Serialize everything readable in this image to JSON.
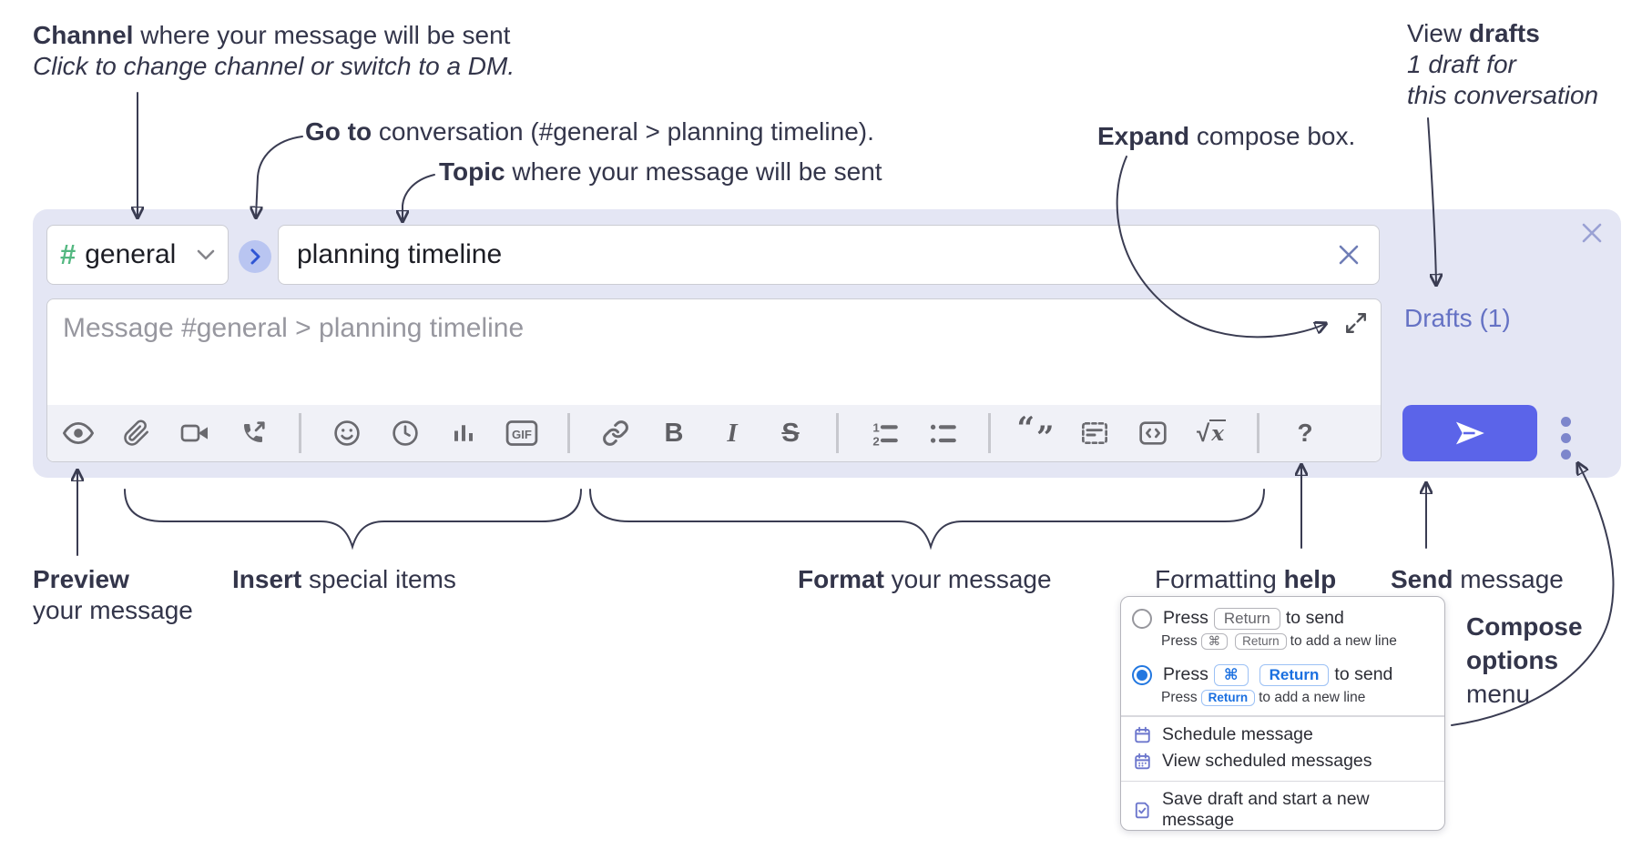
{
  "annotations": {
    "channel": {
      "bold": "Channel",
      "rest": " where your message will be sent",
      "line2": "Click to change channel or switch to a DM."
    },
    "goto": {
      "bold": "Go to",
      "rest": " conversation (#general > planning timeline)."
    },
    "topic": {
      "bold": "Topic",
      "rest": " where your message will be sent"
    },
    "expand": {
      "bold": "Expand",
      "rest": " compose box."
    },
    "drafts": {
      "pre": "View ",
      "bold": "drafts",
      "line2": "1 draft for",
      "line3": "this conversation"
    },
    "preview": {
      "bold": "Preview",
      "line2": "your message"
    },
    "insert": {
      "bold": "Insert",
      "rest": " special items"
    },
    "format": {
      "bold": "Format",
      "rest": " your message"
    },
    "help": {
      "pre": "Formatting ",
      "bold": "help"
    },
    "send": {
      "bold": "Send",
      "rest": " message"
    },
    "compose_options": {
      "line1": "Compose",
      "line2": "options",
      "line3": "menu"
    }
  },
  "compose": {
    "channel": {
      "hash": "#",
      "name": "general"
    },
    "topic": {
      "value": "planning timeline"
    },
    "message": {
      "placeholder": "Message #general > planning timeline"
    },
    "drafts_link": "Drafts (1)",
    "toolbar_labels": {
      "gif": "GIF",
      "bold": "B",
      "italic": "I",
      "strikethrough": "S",
      "num1": "1",
      "num2": "2",
      "quote_open": "“",
      "quote_close": "”",
      "sqrt": "√",
      "math_var": "x",
      "help": "?"
    }
  },
  "menu": {
    "options": [
      {
        "selected": false,
        "main": {
          "pre": "Press",
          "keys": [
            "Return"
          ],
          "post": "to send"
        },
        "sub": {
          "pre": "Press",
          "keys": [
            "⌘",
            "Return"
          ],
          "post": "to add a new line"
        }
      },
      {
        "selected": true,
        "main": {
          "pre": "Press",
          "keys": [
            "⌘",
            "Return"
          ],
          "post": "to send"
        },
        "sub": {
          "pre": "Press",
          "keys": [
            "Return"
          ],
          "post": "to add a new line"
        }
      }
    ],
    "items": [
      {
        "icon": "calendar-icon",
        "label": "Schedule message"
      },
      {
        "icon": "calendar-grid-icon",
        "label": "View scheduled messages"
      },
      {
        "icon": "save-draft-icon",
        "label": "Save draft and start a new message"
      }
    ]
  },
  "colors": {
    "compose_bg": "#e4e6f4",
    "accent_send": "#5b64e9",
    "drafts_link": "#6572c4",
    "hash_green": "#54b881",
    "radio_selected": "#2277e0",
    "key_blue": "#1a6fe0",
    "annotation_ink": "#33354a"
  }
}
